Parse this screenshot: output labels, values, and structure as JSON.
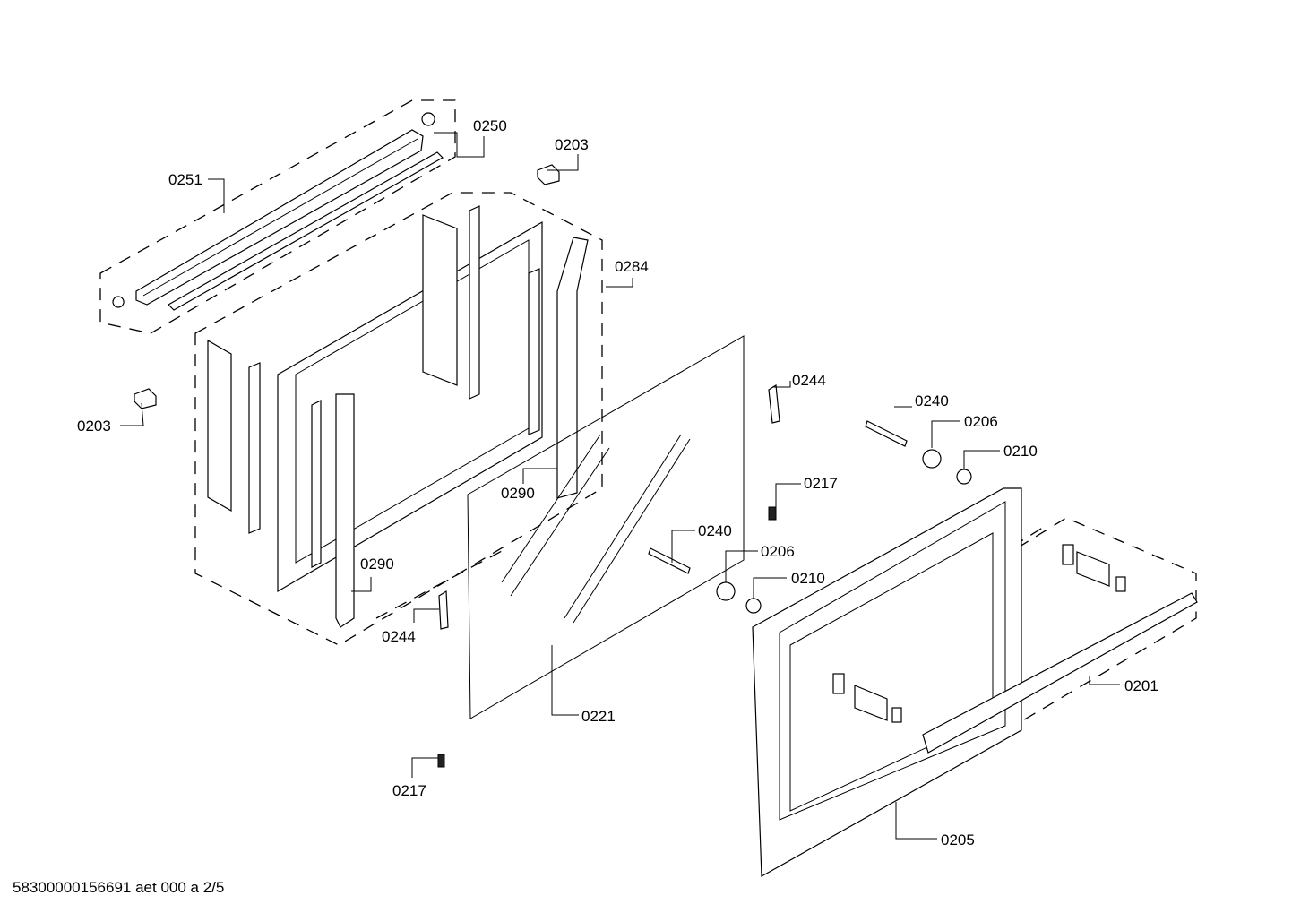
{
  "footer": {
    "document_ref": "58300000156691 aet 000 a 2/5"
  },
  "callouts": {
    "c0250": "0250",
    "c0203a": "0203",
    "c0251": "0251",
    "c0284": "0284",
    "c0203b": "0203",
    "c0244a": "0244",
    "c0240a": "0240",
    "c0206a": "0206",
    "c0210a": "0210",
    "c0217a": "0217",
    "c0290a": "0290",
    "c0240b": "0240",
    "c0206b": "0206",
    "c0210b": "0210",
    "c0290b": "0290",
    "c0244b": "0244",
    "c0201": "0201",
    "c0221": "0221",
    "c0217b": "0217",
    "c0205": "0205"
  }
}
